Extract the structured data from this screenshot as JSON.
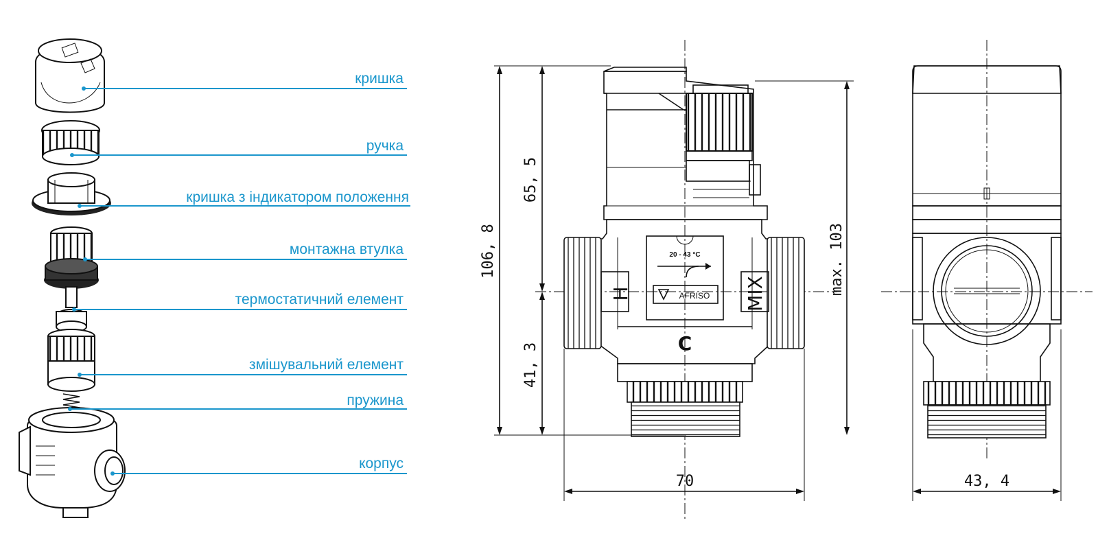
{
  "exploded_view": {
    "accent_color": "#1a96cc",
    "parts": [
      {
        "label": "кришка"
      },
      {
        "label": "ручка"
      },
      {
        "label": "кришка з індикатором положення"
      },
      {
        "label": "монтажна втулка"
      },
      {
        "label": "термостатичний елемент"
      },
      {
        "label": "змішувальний елемент"
      },
      {
        "label": "пружина"
      },
      {
        "label": "корпус"
      }
    ]
  },
  "front_view": {
    "dims": {
      "overall_height": "106, 8",
      "upper_height": "65, 5",
      "lower_height": "41, 3",
      "max_height": "max. 103",
      "width": "70"
    },
    "port_labels": {
      "hot": "H",
      "cold": "C",
      "mixed": "MIX"
    },
    "plate": {
      "range": "20 - 43 °C",
      "brand": "AFRISO"
    }
  },
  "side_view": {
    "dims": {
      "width": "43, 4"
    }
  }
}
